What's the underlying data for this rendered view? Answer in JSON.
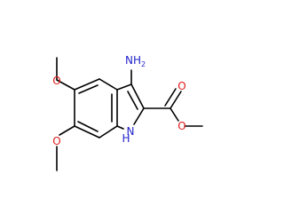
{
  "molecule": {
    "atoms": {
      "amino": {
        "main": "NH",
        "subscript": "2",
        "color": "#1f1fcc"
      },
      "indole_nh": {
        "text": "N",
        "h_text": "H",
        "color": "#1f1fcc"
      },
      "methoxy_top_o": {
        "text": "O",
        "color": "#e01a1a"
      },
      "methoxy_bottom_o": {
        "text": "O",
        "color": "#e01a1a"
      },
      "carbonyl_o": {
        "text": "O",
        "color": "#e01a1a"
      },
      "ester_o": {
        "text": "O",
        "color": "#e01a1a"
      }
    },
    "bond_color": "#000000"
  }
}
